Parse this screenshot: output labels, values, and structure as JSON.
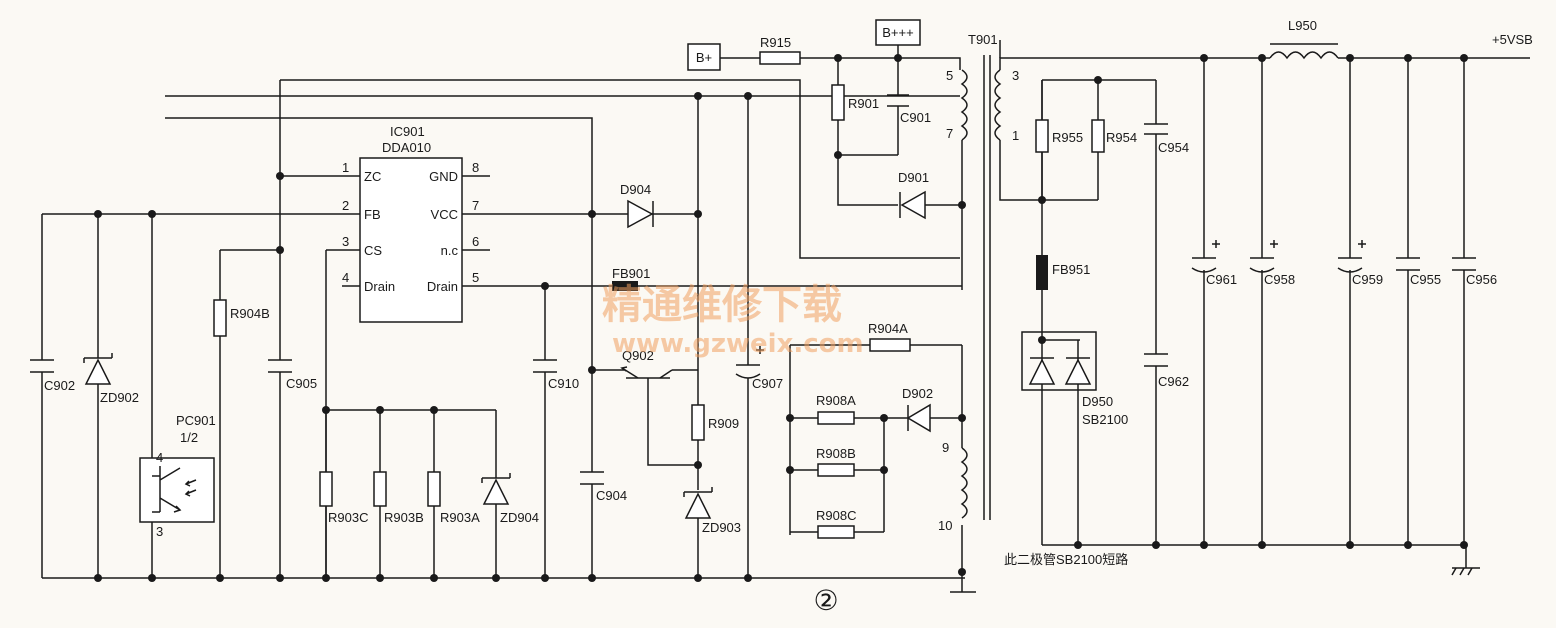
{
  "ic": {
    "ref": "IC901",
    "part": "DDA010",
    "pins_left": [
      {
        "num": "1",
        "name": "ZC"
      },
      {
        "num": "2",
        "name": "FB"
      },
      {
        "num": "3",
        "name": "CS"
      },
      {
        "num": "4",
        "name": "Drain"
      }
    ],
    "pins_right": [
      {
        "num": "8",
        "name": "GND"
      },
      {
        "num": "7",
        "name": "VCC"
      },
      {
        "num": "6",
        "name": "n.c"
      },
      {
        "num": "5",
        "name": "Drain"
      }
    ]
  },
  "nodes": {
    "bplus": "B+",
    "bppp": "B+++",
    "out5v": "+5VSB"
  },
  "transformer": {
    "ref": "T901",
    "p5": "5",
    "p7": "7",
    "p9": "9",
    "p10": "10",
    "p3": "3",
    "p1": "1"
  },
  "parts": {
    "r915": "R915",
    "r901": "R901",
    "c901": "C901",
    "d901": "D901",
    "d904": "D904",
    "fb901": "FB901",
    "r904a": "R904A",
    "r904b": "R904B",
    "q902": "Q902",
    "c907": "C907",
    "r909": "R909",
    "zd903": "ZD903",
    "r908a": "R908A",
    "r908b": "R908B",
    "r908c": "R908C",
    "d902": "D902",
    "c902": "C902",
    "zd902": "ZD902",
    "pc901": "PC901",
    "pc901_half": "1/2",
    "pc_p4": "4",
    "pc_p3": "3",
    "c905": "C905",
    "r903c": "R903C",
    "r903b": "R903B",
    "r903a": "R903A",
    "zd904": "ZD904",
    "c904": "C904",
    "c910": "C910",
    "r955": "R955",
    "r954": "R954",
    "c954": "C954",
    "fb951": "FB951",
    "d950": "D950",
    "d950_part": "SB2100",
    "c962": "C962",
    "c961": "C961",
    "c958": "C958",
    "c959": "C959",
    "c955": "C955",
    "c956": "C956",
    "l950": "L950"
  },
  "annotation": "此二极管SB2100短路",
  "page_marker": "②",
  "watermark": {
    "line1": "精通维修下载",
    "line2": "www.gzweix.com"
  }
}
